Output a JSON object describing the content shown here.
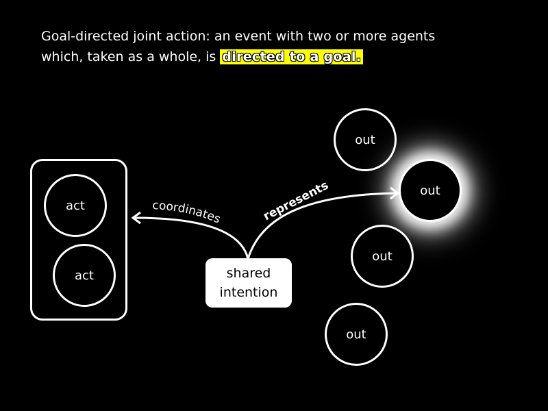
{
  "title": {
    "line1": "Goal-directed joint action: an event with two or more agents",
    "line2_prefix": "which, taken as a whole, is ",
    "line2_highlight": "directed to a goal."
  },
  "acts": [
    "act",
    "act"
  ],
  "outs": [
    "out",
    "out",
    "out",
    "out"
  ],
  "intention": {
    "line1": "shared",
    "line2": "intention"
  },
  "arrows": {
    "left_label": "coordinates",
    "right_label": "represents"
  }
}
